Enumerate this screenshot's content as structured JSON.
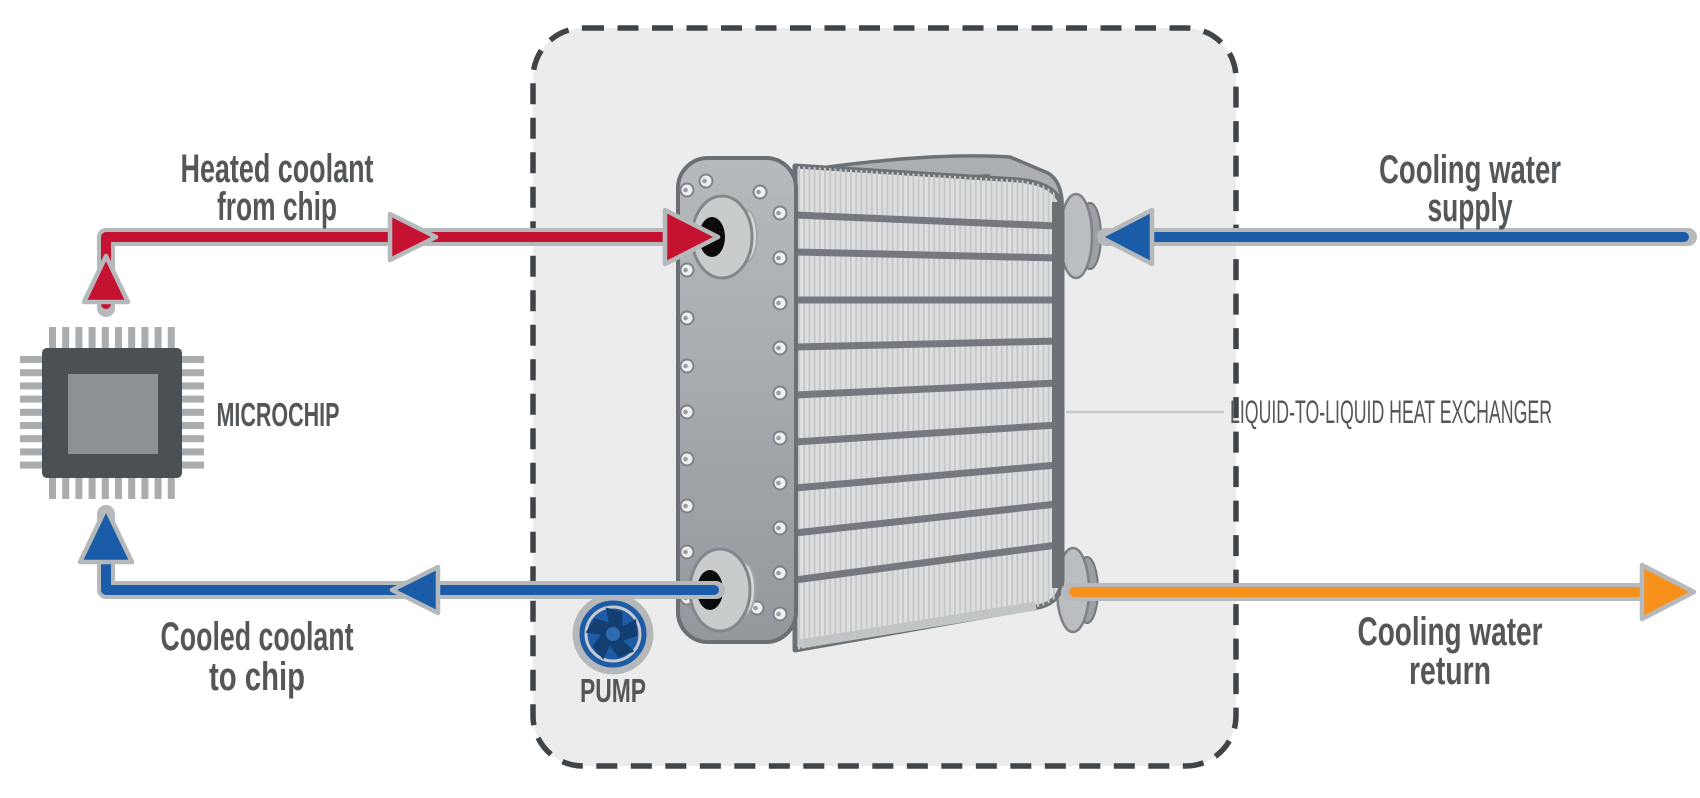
{
  "flows": {
    "heated_coolant": {
      "line1": "Heated coolant",
      "line2": "from chip",
      "color": "#c41230",
      "direction": "chip-to-exchanger"
    },
    "cooled_coolant": {
      "line1": "Cooled coolant",
      "line2": "to chip",
      "color": "#1a5ca8",
      "direction": "exchanger-to-chip"
    },
    "cooling_supply": {
      "line1": "Cooling water",
      "line2": "supply",
      "color": "#1a5ca8",
      "direction": "right-to-exchanger"
    },
    "cooling_return": {
      "line1": "Cooling water",
      "line2": "return",
      "color": "#f8911c",
      "direction": "exchanger-to-right"
    }
  },
  "components": {
    "microchip": "MICROCHIP",
    "pump": "PUMP",
    "heat_exchanger": "LIQUID-TO-LIQUID HEAT EXCHANGER"
  },
  "icons": {
    "microchip": "microchip-icon",
    "pump": "pump-impeller-icon",
    "heat_exchanger": "plate-heat-exchanger-icon"
  },
  "colors": {
    "hot_flow": "#c41230",
    "cold_flow": "#1a5ca8",
    "return_flow": "#f8911c",
    "arrow_outline": "#b6b9bb",
    "label_text": "#53575a",
    "enclosure_fill": "#ececed",
    "enclosure_border": "#3f4449"
  }
}
